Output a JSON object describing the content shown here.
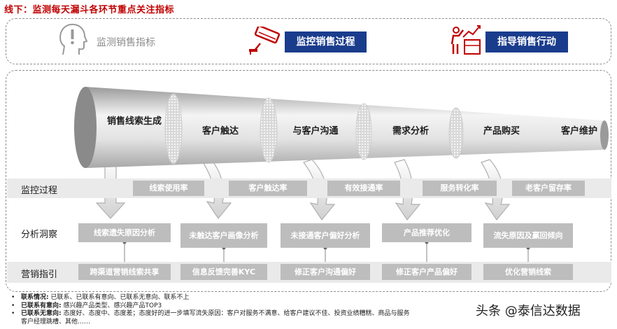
{
  "title": "线下：监测每天漏斗各环节重点关注指标",
  "steps": {
    "monitor_indicators": "监测销售指标",
    "monitor_process": "监控销售过程",
    "guide_action": "指导销售行动"
  },
  "funnel_stages": [
    "销售线索生成",
    "客户触达",
    "与客户沟通",
    "需求分析",
    "产品购买",
    "客户维护"
  ],
  "rows": {
    "monitor_label": "监控过程",
    "analysis_label": "分析洞察",
    "marketing_label": "营销指引"
  },
  "monitor_metrics": [
    "线索使用率",
    "客户触达率",
    "有效接通率",
    "服务转化率",
    "老客户留存率"
  ],
  "analysis_items": [
    "线索遗失原因分析",
    "未触达客户画像分析",
    "未接通客户偏好分析",
    "产品推荐优化",
    "流失原因及赢回倾向"
  ],
  "marketing_items": [
    "跨渠道营销线索共享",
    "信息反馈完善KYC",
    "修正客户沟通偏好",
    "修正客户产品偏好",
    "优化营销线索"
  ],
  "notes": [
    {
      "label": "联系情况:",
      "text": "已联系、已联系有意向、已联系无意向、联系不上"
    },
    {
      "label": "已联系有意向:",
      "text": "感兴趣产品类型、感兴趣产品TOP3"
    },
    {
      "label": "已联系无意向:",
      "text": "态度好、态度中、态度差；态度好的进一步填写流失原因：客户对服务不满意、给客户建议不佳、投资业绩糟糕、商品与服务"
    }
  ],
  "notes_continuation": "客户经理跳槽、其他……",
  "watermark": "头条 @泰信达数据",
  "colors": {
    "title_red": "#c00000",
    "blue": "#1a3c8c",
    "grey_box": "#bdbdbd",
    "band": "#eaeaea"
  }
}
